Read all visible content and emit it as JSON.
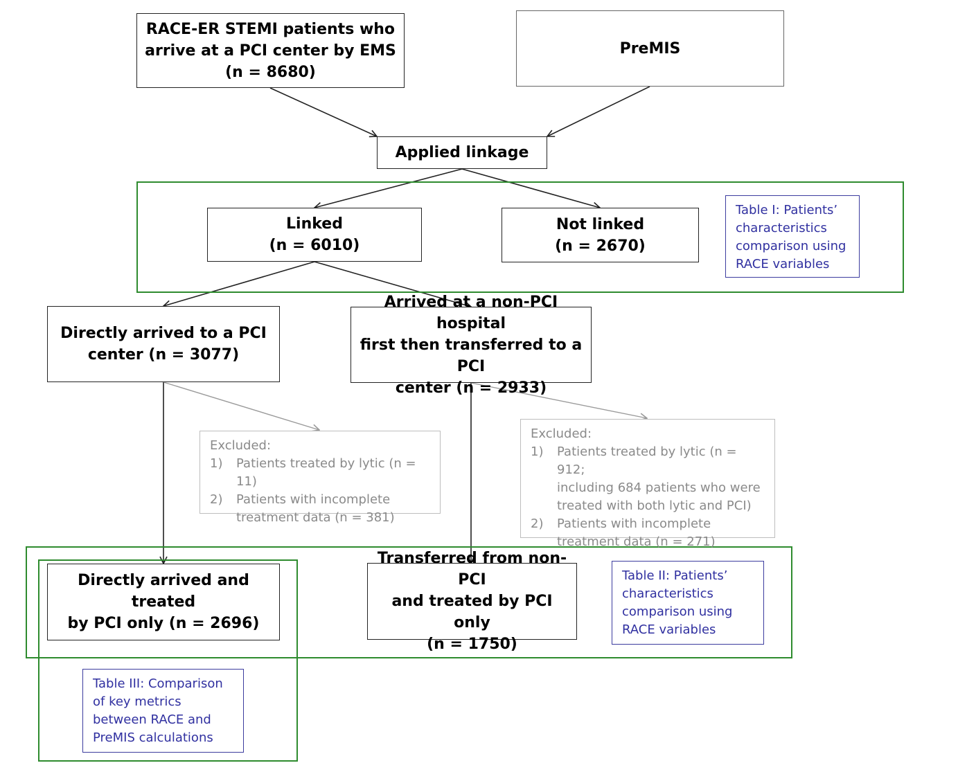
{
  "nodes": {
    "race_er": {
      "lines": [
        "RACE-ER STEMI patients who",
        "arrive at a PCI center by EMS",
        "(n = 8680)"
      ]
    },
    "premis": {
      "lines": [
        "PreMIS"
      ]
    },
    "linkage": {
      "lines": [
        "Applied linkage"
      ]
    },
    "linked": {
      "lines": [
        "Linked",
        "(n = 6010)"
      ]
    },
    "not_linked": {
      "lines": [
        "Not linked",
        "(n = 2670)"
      ]
    },
    "direct": {
      "lines": [
        "Directly arrived to a PCI",
        "center (n = 3077)"
      ]
    },
    "transfer": {
      "lines": [
        "Arrived at a non-PCI hospital",
        "first then transferred to a PCI",
        "center (n = 2933)"
      ]
    },
    "direct_pci": {
      "lines": [
        "Directly arrived and treated",
        "by PCI only (n = 2696)"
      ]
    },
    "transfer_pci": {
      "lines": [
        "Transferred from non-PCI",
        "and treated by PCI only",
        "(n = 1750)"
      ]
    }
  },
  "exclusions": {
    "direct": {
      "heading": "Excluded:",
      "items": [
        {
          "num": "1)",
          "lines": [
            "Patients treated by lytic (n = 11)"
          ]
        },
        {
          "num": "2)",
          "lines": [
            "Patients with incomplete",
            "treatment data (n = 381)"
          ]
        }
      ]
    },
    "transfer": {
      "heading": "Excluded:",
      "items": [
        {
          "num": "1)",
          "lines": [
            "Patients treated by lytic (n = 912;",
            "including 684 patients who were",
            "treated with both lytic and PCI)"
          ]
        },
        {
          "num": "2)",
          "lines": [
            "Patients with incomplete",
            "treatment data (n = 271)"
          ]
        }
      ]
    }
  },
  "notes": {
    "table1": {
      "lines": [
        "Table I: Patients’",
        "characteristics",
        "comparison using",
        "RACE variables"
      ]
    },
    "table2": {
      "lines": [
        "Table II: Patients’",
        "characteristics",
        "comparison using",
        "RACE variables"
      ]
    },
    "table3": {
      "lines": [
        "Table III: Comparison",
        "of key metrics",
        "between RACE and",
        "PreMIS calculations"
      ]
    }
  },
  "colors": {
    "group_border": "#2e8b2e",
    "note_text": "#3030a0",
    "excluded_text": "#8a8a8a",
    "arrow": "#222222",
    "excluded_arrow": "#9a9a9a"
  }
}
